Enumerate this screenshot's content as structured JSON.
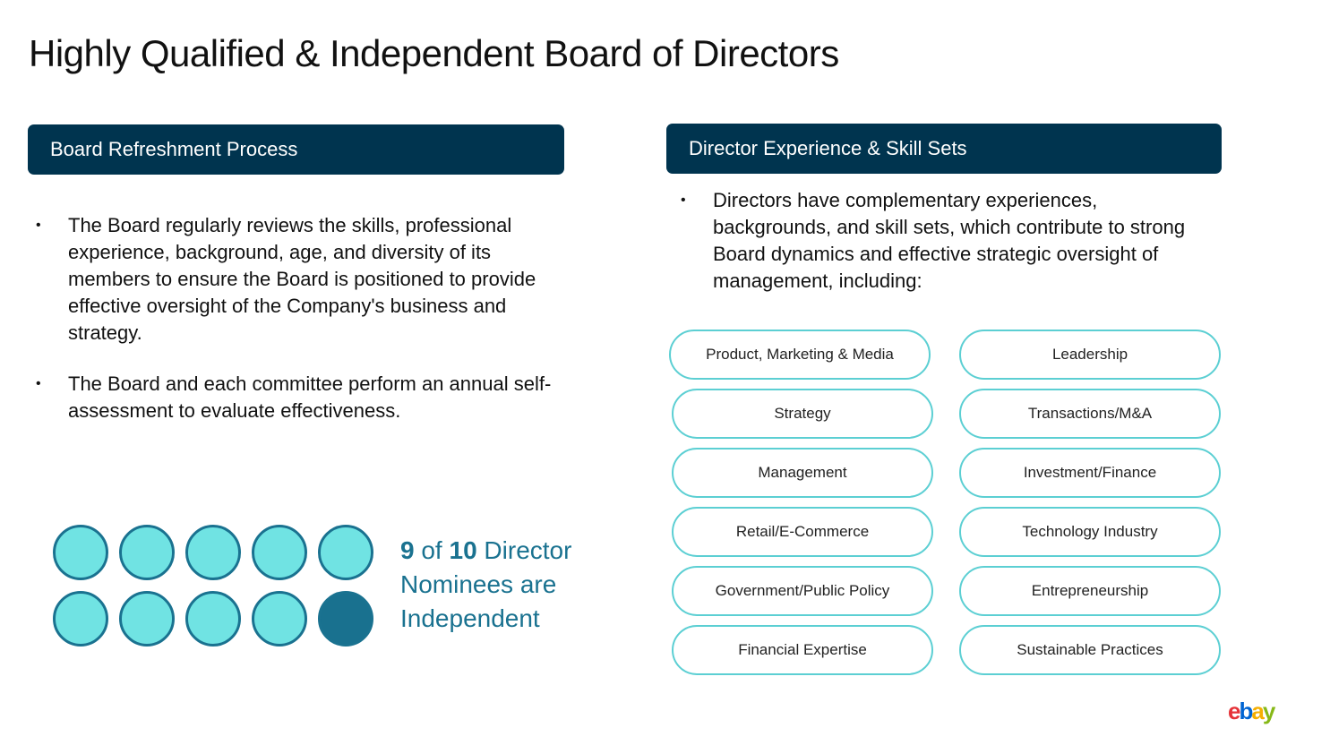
{
  "title": "Highly Qualified & Independent Board of Directors",
  "left": {
    "header": "Board Refreshment Process",
    "bullets": [
      "The Board regularly reviews the skills, professional experience, background, age, and diversity of its members to ensure the Board is positioned to provide effective oversight of the Company's business and strategy.",
      "The Board and each committee perform an annual self-assessment to evaluate effectiveness."
    ],
    "independence": {
      "independent": 9,
      "total": 10,
      "num": "9",
      "of": " of ",
      "den": "10",
      "rest": " Director Nominees are Independent"
    }
  },
  "right": {
    "header": "Director Experience & Skill Sets",
    "bullet": "Directors have complementary experiences, backgrounds, and skill sets, which contribute to strong Board dynamics and effective strategic oversight of management, including:",
    "skills_left": [
      "Product, Marketing & Media",
      "Strategy",
      "Management",
      "Retail/E-Commerce",
      "Government/Public Policy",
      "Financial Expertise"
    ],
    "skills_right": [
      "Leadership",
      "Transactions/M&A",
      "Investment/Finance",
      "Technology Industry",
      "Entrepreneurship",
      "Sustainable Practices"
    ]
  },
  "logo": "ebay",
  "colors": {
    "navy": "#00344f",
    "teal": "#1a7290",
    "light": "#70e3e3",
    "pill_border": "#5ccfd3"
  }
}
